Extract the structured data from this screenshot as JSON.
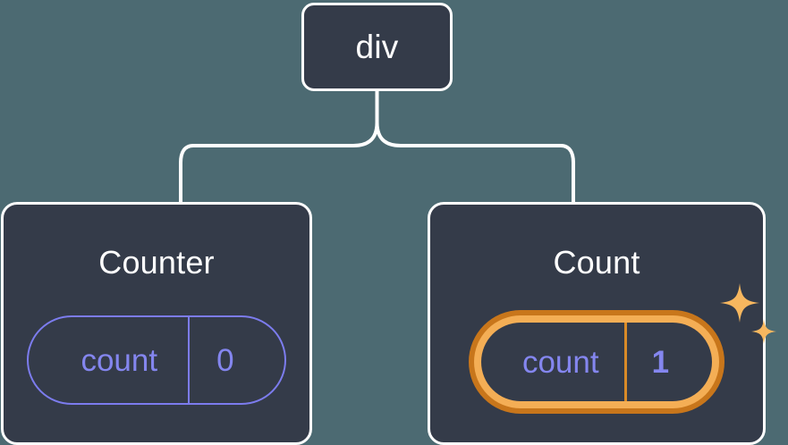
{
  "diagram": {
    "type": "component-tree",
    "background_color": "#4C6A72",
    "node_fill_color": "#343B49",
    "node_border_color": "#FFFFFF",
    "connector_color": "#FFFFFF",
    "accent_color": "#7C7CEE",
    "highlight_outer_color": "#C8761B",
    "highlight_inner_color": "#F4AE55"
  },
  "root": {
    "label": "div"
  },
  "children": [
    {
      "title": "Counter",
      "state": {
        "key": "count",
        "value": "0"
      },
      "highlighted": false
    },
    {
      "title": "Count",
      "state": {
        "key": "count",
        "value": "1"
      },
      "highlighted": true,
      "sparkle_icon": "sparkles-icon"
    }
  ]
}
